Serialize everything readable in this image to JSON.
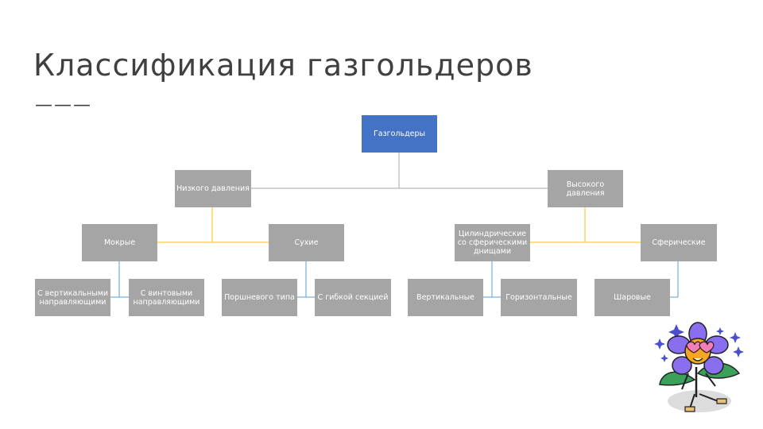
{
  "title": "Классификация газгольдеров",
  "title_rule": "———",
  "diagram": {
    "root": "Газгольдеры",
    "level1": {
      "low": "Низкого давления",
      "high": "Высокого давления"
    },
    "level2": {
      "wet": "Мокрые",
      "dry": "Сухие",
      "cylindrical": "Цилиндрические со сферическими днищами",
      "spherical": "Сферические"
    },
    "level3": {
      "vertical_guides": "С вертикальными направляющими",
      "screw_guides": "С винтовыми направляющими",
      "piston": "Поршневого типа",
      "flexible": "С гибкой секцией",
      "vertical": "Вертикальные",
      "horizontal": "Горизонтальные",
      "ball": "Шаровые"
    }
  },
  "colors": {
    "root_fill": "#4472c4",
    "node_fill": "#a5a5a5",
    "connector_root": "#a5a5a5",
    "connector_level2": "#ffc000",
    "connector_level3": "#5b9bd5",
    "title_text": "#404040"
  },
  "decoration": {
    "icon": "cartoon-flower-mascot-icon"
  }
}
